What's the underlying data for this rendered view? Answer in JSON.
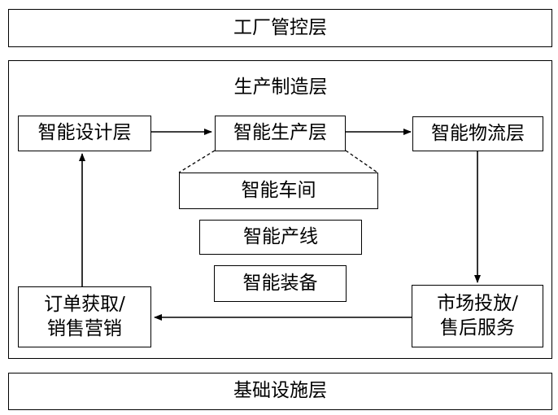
{
  "top_layer": "工厂管控层",
  "bottom_layer": "基础设施层",
  "middle_layer": {
    "title": "生产制造层",
    "design": "智能设计层",
    "production": "智能生产层",
    "logistics": "智能物流层",
    "sub_items": [
      "智能车间",
      "智能产线",
      "智能装备"
    ],
    "order": {
      "line1": "订单获取/",
      "line2": "销售营销"
    },
    "market": {
      "line1": "市场投放/",
      "line2": "售后服务"
    }
  },
  "colors": {
    "stroke": "#000000",
    "background": "#ffffff"
  }
}
